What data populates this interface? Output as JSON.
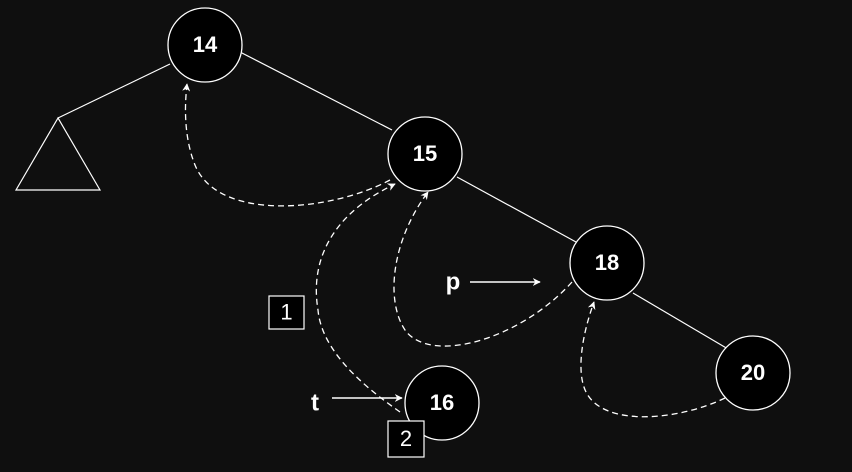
{
  "nodes": {
    "n14": "14",
    "n15": "15",
    "n18": "18",
    "n20": "20",
    "n16": "16"
  },
  "pointers": {
    "p": "p",
    "t": "t"
  },
  "steps": {
    "s1": "1",
    "s2": "2"
  },
  "colors": {
    "background": "#0f0f0f",
    "stroke": "#ffffff",
    "node_fill": "#000000"
  }
}
